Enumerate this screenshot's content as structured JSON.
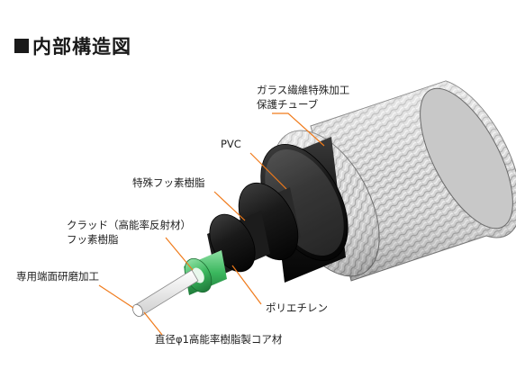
{
  "title": "内部構造図",
  "labels": {
    "glass_fiber_line1": "ガラス繊維特殊加工",
    "glass_fiber_line2": "保護チューブ",
    "pvc": "PVC",
    "special_fluororesin": "特殊フッ素樹脂",
    "clad_line1": "クラッド（高能率反射材）",
    "clad_line2": "フッ素樹脂",
    "end_polish": "専用端面研磨加工",
    "polyethylene": "ポリエチレン",
    "core": "直径φ1高能率樹脂製コア材"
  },
  "colors": {
    "leader_line": "#f07a1a",
    "clad_green": "#3bb75e",
    "outer_jacket": "#111111",
    "braid": "#d9d9d9"
  }
}
